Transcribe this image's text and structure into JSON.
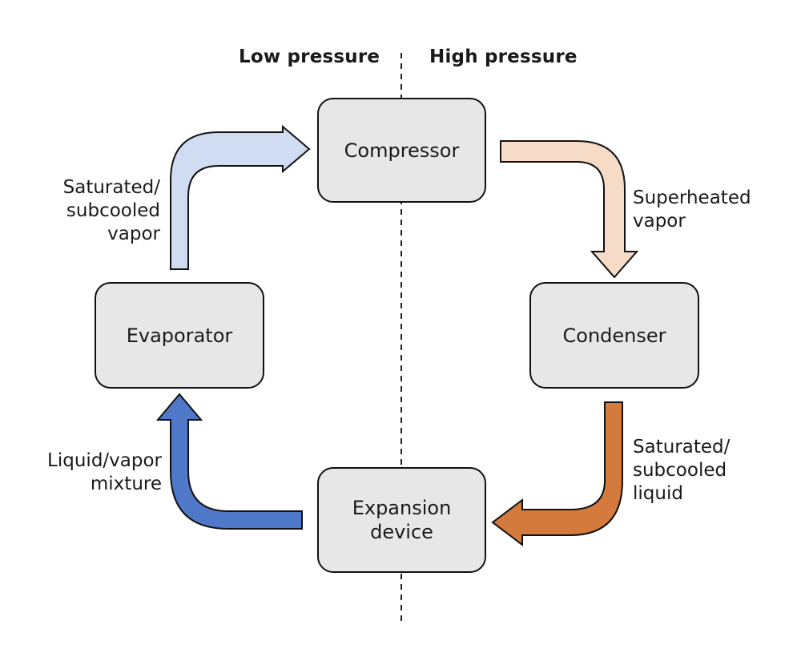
{
  "regions": {
    "low": "Low pressure",
    "high": "High pressure"
  },
  "nodes": {
    "compressor": "Compressor",
    "condenser": "Condenser",
    "expansion": "Expansion\ndevice",
    "evaporator": "Evaporator"
  },
  "flows": {
    "evaporator_to_compressor": {
      "label": "Saturated/\nsubcooled\nvapor",
      "color": "#cfdcf1"
    },
    "compressor_to_condenser": {
      "label": "Superheated\nvapor",
      "color": "#f6dcc7"
    },
    "condenser_to_expansion": {
      "label": "Saturated/\nsubcooled\nliquid",
      "color": "#d47a3c"
    },
    "expansion_to_evaporator": {
      "label": "Liquid/vapor\nmixture",
      "color": "#4f79c8"
    }
  },
  "colors": {
    "node_fill": "#e7e7e8",
    "stroke": "#111111"
  }
}
